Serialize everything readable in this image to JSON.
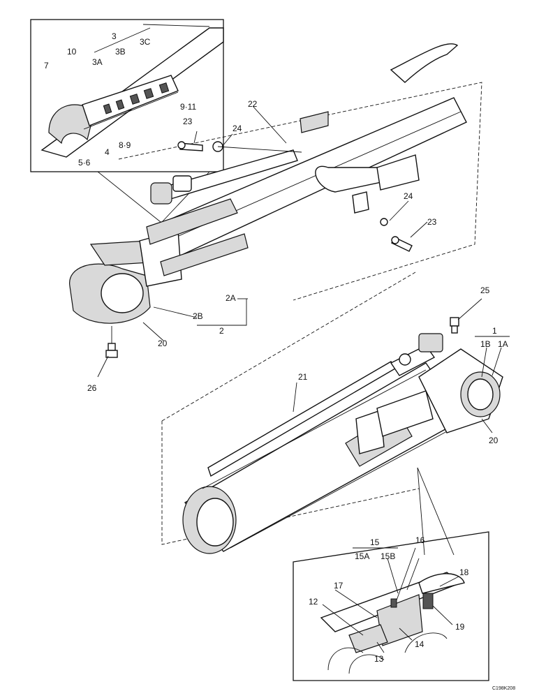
{
  "callouts": {
    "c1": "1",
    "c1A": "1A",
    "c1B": "1B",
    "c2": "2",
    "c2A": "2A",
    "c2B": "2B",
    "c3": "3",
    "c3A": "3A",
    "c3B": "3B",
    "c3C": "3C",
    "c4": "4",
    "c5_6": "5·6",
    "c7": "7",
    "c8_9": "8·9",
    "c9_11": "9·11",
    "c10": "10",
    "c12": "12",
    "c13": "13",
    "c14": "14",
    "c15": "15",
    "c15A": "15A",
    "c15B": "15B",
    "c16": "16",
    "c17": "17",
    "c18": "18",
    "c19": "19",
    "c20a": "20",
    "c20b": "20",
    "c21": "21",
    "c22": "22",
    "c23a": "23",
    "c23b": "23",
    "c24a": "24",
    "c24b": "24",
    "c25": "25",
    "c26": "26"
  },
  "drawing_code": "C198K208"
}
